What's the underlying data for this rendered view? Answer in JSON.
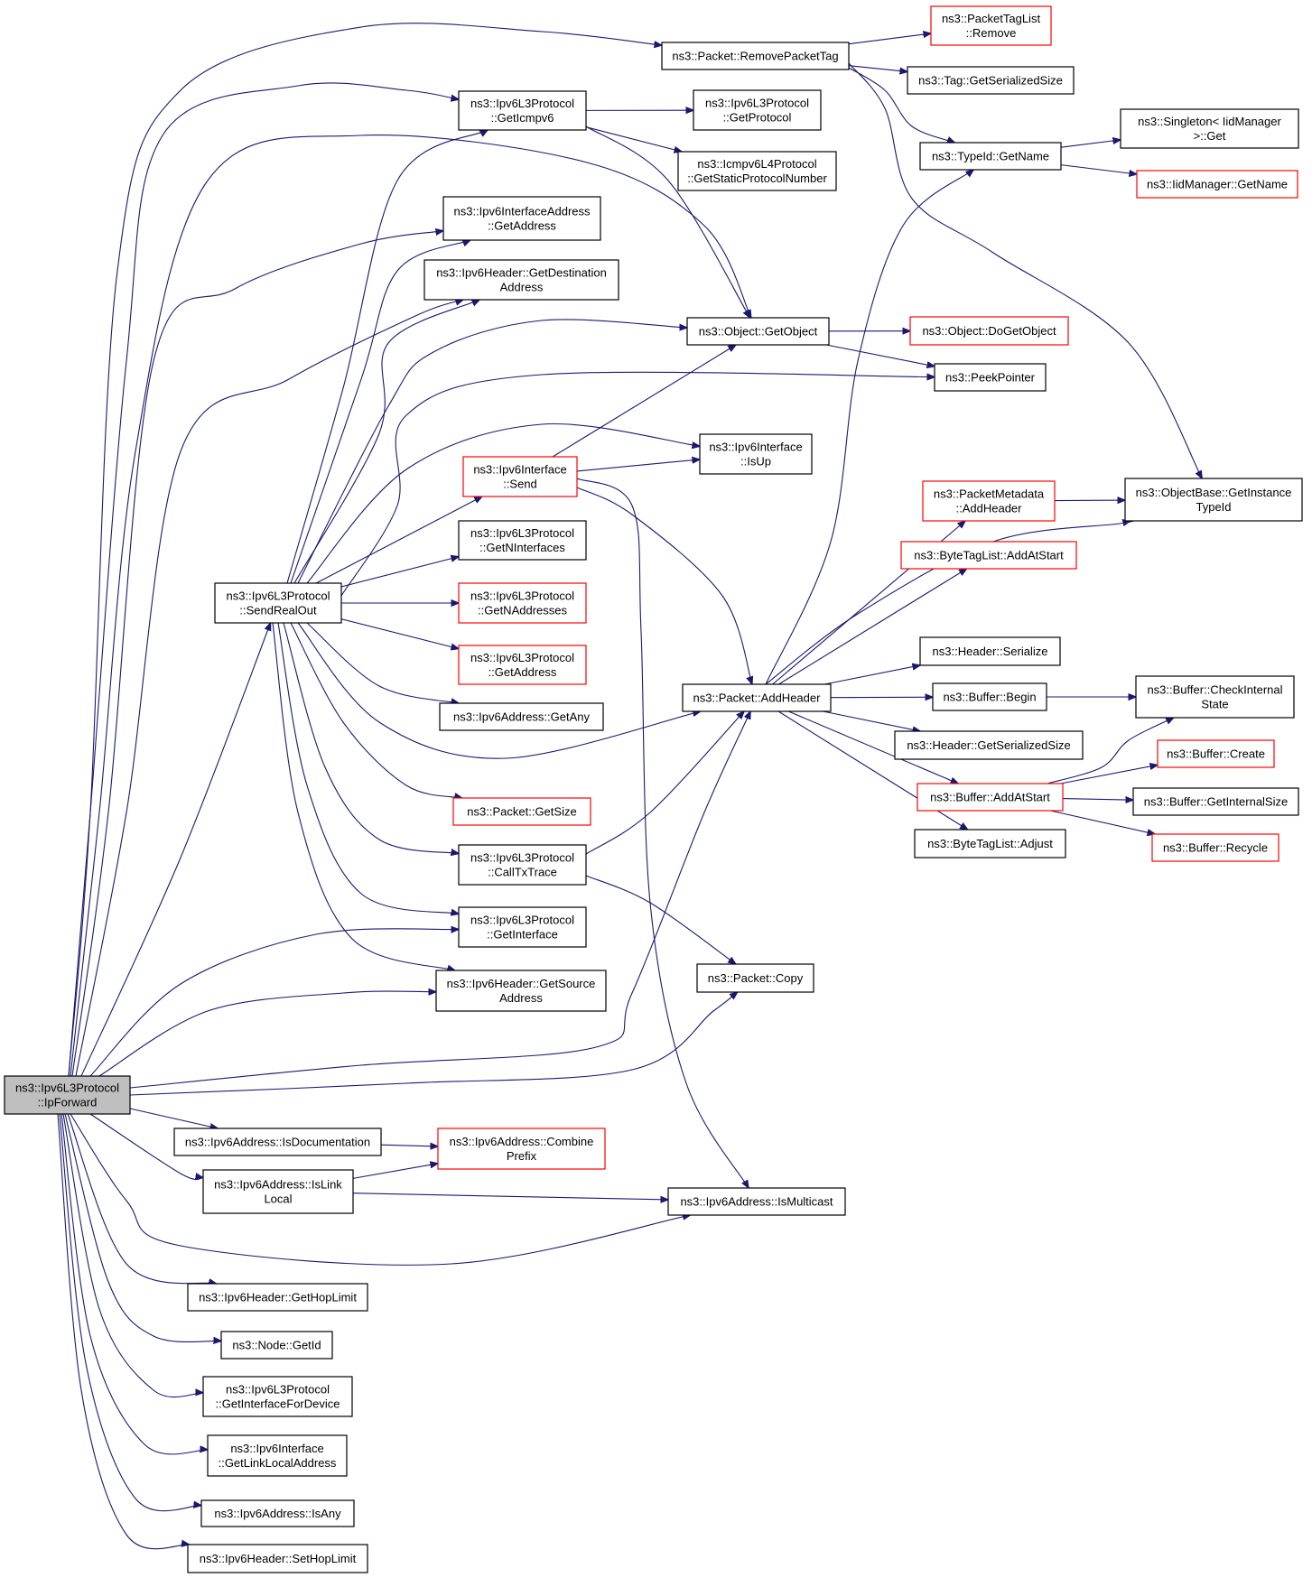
{
  "graph": {
    "colors": {
      "edge": "#191970",
      "node_border": "#000000",
      "node_border_truncated": "#ff0000",
      "root_fill": "#bfbfbf",
      "node_fill": "#ffffff"
    },
    "nodes": [
      {
        "id": "ipforward",
        "lines": [
          "ns3::Ipv6L3Protocol",
          "::IpForward"
        ],
        "style": "root"
      },
      {
        "id": "removepackettag",
        "lines": [
          "ns3::Packet::RemovePacketTag"
        ],
        "style": "normal"
      },
      {
        "id": "packettaglist_remove",
        "lines": [
          "ns3::PacketTagList",
          "::Remove"
        ],
        "style": "truncated"
      },
      {
        "id": "tag_getserializedsize",
        "lines": [
          "ns3::Tag::GetSerializedSize"
        ],
        "style": "normal"
      },
      {
        "id": "typeid_getname",
        "lines": [
          "ns3::TypeId::GetName"
        ],
        "style": "normal"
      },
      {
        "id": "singleton_get",
        "lines": [
          "ns3::Singleton< IidManager",
          " >::Get"
        ],
        "style": "normal"
      },
      {
        "id": "iidmanager_getname",
        "lines": [
          "ns3::IidManager::GetName"
        ],
        "style": "truncated"
      },
      {
        "id": "geticmpv6",
        "lines": [
          "ns3::Ipv6L3Protocol",
          "::GetIcmpv6"
        ],
        "style": "normal"
      },
      {
        "id": "l3_getprotocol",
        "lines": [
          "ns3::Ipv6L3Protocol",
          "::GetProtocol"
        ],
        "style": "normal"
      },
      {
        "id": "icmp_getstaticprotocolnumber",
        "lines": [
          "ns3::Icmpv6L4Protocol",
          "::GetStaticProtocolNumber"
        ],
        "style": "normal"
      },
      {
        "id": "ifaceaddr_getaddress",
        "lines": [
          "ns3::Ipv6InterfaceAddress",
          "::GetAddress"
        ],
        "style": "normal"
      },
      {
        "id": "hdr_getdestination",
        "lines": [
          "ns3::Ipv6Header::GetDestination",
          "Address"
        ],
        "style": "normal"
      },
      {
        "id": "object_getobject",
        "lines": [
          "ns3::Object::GetObject"
        ],
        "style": "normal"
      },
      {
        "id": "object_dogetobject",
        "lines": [
          "ns3::Object::DoGetObject"
        ],
        "style": "truncated"
      },
      {
        "id": "peekpointer",
        "lines": [
          "ns3::PeekPointer"
        ],
        "style": "normal"
      },
      {
        "id": "iface_isup",
        "lines": [
          "ns3::Ipv6Interface",
          "::IsUp"
        ],
        "style": "normal"
      },
      {
        "id": "iface_send",
        "lines": [
          "ns3::Ipv6Interface",
          "::Send"
        ],
        "style": "truncated"
      },
      {
        "id": "sendrealout",
        "lines": [
          "ns3::Ipv6L3Protocol",
          "::SendRealOut"
        ],
        "style": "normal"
      },
      {
        "id": "getninterfaces",
        "lines": [
          "ns3::Ipv6L3Protocol",
          "::GetNInterfaces"
        ],
        "style": "normal"
      },
      {
        "id": "getnaddresses",
        "lines": [
          "ns3::Ipv6L3Protocol",
          "::GetNAddresses"
        ],
        "style": "truncated"
      },
      {
        "id": "l3_getaddress",
        "lines": [
          "ns3::Ipv6L3Protocol",
          "::GetAddress"
        ],
        "style": "truncated"
      },
      {
        "id": "addr_getany",
        "lines": [
          "ns3::Ipv6Address::GetAny"
        ],
        "style": "normal"
      },
      {
        "id": "packet_getsize",
        "lines": [
          "ns3::Packet::GetSize"
        ],
        "style": "truncated"
      },
      {
        "id": "calltxtrace",
        "lines": [
          "ns3::Ipv6L3Protocol",
          "::CallTxTrace"
        ],
        "style": "normal"
      },
      {
        "id": "l3_getinterface",
        "lines": [
          "ns3::Ipv6L3Protocol",
          "::GetInterface"
        ],
        "style": "normal"
      },
      {
        "id": "hdr_getsource",
        "lines": [
          "ns3::Ipv6Header::GetSource",
          "Address"
        ],
        "style": "normal"
      },
      {
        "id": "packet_addheader",
        "lines": [
          "ns3::Packet::AddHeader"
        ],
        "style": "normal"
      },
      {
        "id": "packet_copy",
        "lines": [
          "ns3::Packet::Copy"
        ],
        "style": "normal"
      },
      {
        "id": "pktmeta_addheader",
        "lines": [
          "ns3::PacketMetadata",
          "::AddHeader"
        ],
        "style": "truncated"
      },
      {
        "id": "objectbase_getinstancetypeid",
        "lines": [
          "ns3::ObjectBase::GetInstance",
          "TypeId"
        ],
        "style": "normal"
      },
      {
        "id": "bytetaglist_addatstart",
        "lines": [
          "ns3::ByteTagList::AddAtStart"
        ],
        "style": "truncated"
      },
      {
        "id": "header_serialize",
        "lines": [
          "ns3::Header::Serialize"
        ],
        "style": "normal"
      },
      {
        "id": "buffer_begin",
        "lines": [
          "ns3::Buffer::Begin"
        ],
        "style": "normal"
      },
      {
        "id": "buffer_checkinternalstate",
        "lines": [
          "ns3::Buffer::CheckInternal",
          "State"
        ],
        "style": "normal"
      },
      {
        "id": "header_getserializedsize",
        "lines": [
          "ns3::Header::GetSerializedSize"
        ],
        "style": "normal"
      },
      {
        "id": "buffer_addatstart",
        "lines": [
          "ns3::Buffer::AddAtStart"
        ],
        "style": "truncated"
      },
      {
        "id": "buffer_create",
        "lines": [
          "ns3::Buffer::Create"
        ],
        "style": "truncated"
      },
      {
        "id": "buffer_getinternalsize",
        "lines": [
          "ns3::Buffer::GetInternalSize"
        ],
        "style": "normal"
      },
      {
        "id": "buffer_recycle",
        "lines": [
          "ns3::Buffer::Recycle"
        ],
        "style": "truncated"
      },
      {
        "id": "bytetaglist_adjust",
        "lines": [
          "ns3::ByteTagList::Adjust"
        ],
        "style": "normal"
      },
      {
        "id": "addr_isdocumentation",
        "lines": [
          "ns3::Ipv6Address::IsDocumentation"
        ],
        "style": "normal"
      },
      {
        "id": "addr_combineprefix",
        "lines": [
          "ns3::Ipv6Address::Combine",
          "Prefix"
        ],
        "style": "truncated"
      },
      {
        "id": "addr_islinklocal",
        "lines": [
          "ns3::Ipv6Address::IsLink",
          "Local"
        ],
        "style": "normal"
      },
      {
        "id": "addr_ismulticast",
        "lines": [
          "ns3::Ipv6Address::IsMulticast"
        ],
        "style": "normal"
      },
      {
        "id": "hdr_gethoplimit",
        "lines": [
          "ns3::Ipv6Header::GetHopLimit"
        ],
        "style": "normal"
      },
      {
        "id": "node_getid",
        "lines": [
          "ns3::Node::GetId"
        ],
        "style": "normal"
      },
      {
        "id": "getinterfacefordevice",
        "lines": [
          "ns3::Ipv6L3Protocol",
          "::GetInterfaceForDevice"
        ],
        "style": "normal"
      },
      {
        "id": "iface_getlinklocaladdress",
        "lines": [
          "ns3::Ipv6Interface",
          "::GetLinkLocalAddress"
        ],
        "style": "normal"
      },
      {
        "id": "addr_isany",
        "lines": [
          "ns3::Ipv6Address::IsAny"
        ],
        "style": "normal"
      },
      {
        "id": "hdr_sethoplimit",
        "lines": [
          "ns3::Ipv6Header::SetHopLimit"
        ],
        "style": "normal"
      }
    ],
    "edges": [
      [
        "ipforward",
        "removepackettag"
      ],
      [
        "ipforward",
        "geticmpv6"
      ],
      [
        "ipforward",
        "object_getobject"
      ],
      [
        "ipforward",
        "ifaceaddr_getaddress"
      ],
      [
        "ipforward",
        "hdr_getdestination"
      ],
      [
        "ipforward",
        "sendrealout"
      ],
      [
        "ipforward",
        "l3_getinterface"
      ],
      [
        "ipforward",
        "hdr_getsource"
      ],
      [
        "ipforward",
        "packet_addheader"
      ],
      [
        "ipforward",
        "packet_copy"
      ],
      [
        "ipforward",
        "addr_isdocumentation"
      ],
      [
        "ipforward",
        "addr_islinklocal"
      ],
      [
        "ipforward",
        "addr_ismulticast"
      ],
      [
        "ipforward",
        "hdr_gethoplimit"
      ],
      [
        "ipforward",
        "node_getid"
      ],
      [
        "ipforward",
        "getinterfacefordevice"
      ],
      [
        "ipforward",
        "iface_getlinklocaladdress"
      ],
      [
        "ipforward",
        "addr_isany"
      ],
      [
        "ipforward",
        "hdr_sethoplimit"
      ],
      [
        "removepackettag",
        "packettaglist_remove"
      ],
      [
        "removepackettag",
        "tag_getserializedsize"
      ],
      [
        "removepackettag",
        "typeid_getname"
      ],
      [
        "removepackettag",
        "objectbase_getinstancetypeid"
      ],
      [
        "typeid_getname",
        "singleton_get"
      ],
      [
        "typeid_getname",
        "iidmanager_getname"
      ],
      [
        "geticmpv6",
        "l3_getprotocol"
      ],
      [
        "geticmpv6",
        "icmp_getstaticprotocolnumber"
      ],
      [
        "geticmpv6",
        "object_getobject"
      ],
      [
        "object_getobject",
        "object_dogetobject"
      ],
      [
        "object_getobject",
        "peekpointer"
      ],
      [
        "sendrealout",
        "geticmpv6"
      ],
      [
        "sendrealout",
        "ifaceaddr_getaddress"
      ],
      [
        "sendrealout",
        "hdr_getdestination"
      ],
      [
        "sendrealout",
        "object_getobject"
      ],
      [
        "sendrealout",
        "peekpointer"
      ],
      [
        "sendrealout",
        "iface_isup"
      ],
      [
        "sendrealout",
        "iface_send"
      ],
      [
        "sendrealout",
        "getninterfaces"
      ],
      [
        "sendrealout",
        "getnaddresses"
      ],
      [
        "sendrealout",
        "l3_getaddress"
      ],
      [
        "sendrealout",
        "addr_getany"
      ],
      [
        "sendrealout",
        "packet_addheader"
      ],
      [
        "sendrealout",
        "packet_getsize"
      ],
      [
        "sendrealout",
        "calltxtrace"
      ],
      [
        "sendrealout",
        "l3_getinterface"
      ],
      [
        "sendrealout",
        "hdr_getsource"
      ],
      [
        "iface_send",
        "object_getobject"
      ],
      [
        "iface_send",
        "iface_isup"
      ],
      [
        "iface_send",
        "packet_addheader"
      ],
      [
        "iface_send",
        "addr_ismulticast"
      ],
      [
        "calltxtrace",
        "packet_addheader"
      ],
      [
        "calltxtrace",
        "packet_copy"
      ],
      [
        "packet_addheader",
        "typeid_getname"
      ],
      [
        "packet_addheader",
        "pktmeta_addheader"
      ],
      [
        "packet_addheader",
        "bytetaglist_addatstart"
      ],
      [
        "packet_addheader",
        "objectbase_getinstancetypeid"
      ],
      [
        "packet_addheader",
        "header_serialize"
      ],
      [
        "packet_addheader",
        "buffer_begin"
      ],
      [
        "packet_addheader",
        "header_getserializedsize"
      ],
      [
        "packet_addheader",
        "buffer_addatstart"
      ],
      [
        "packet_addheader",
        "bytetaglist_adjust"
      ],
      [
        "pktmeta_addheader",
        "objectbase_getinstancetypeid"
      ],
      [
        "buffer_begin",
        "buffer_checkinternalstate"
      ],
      [
        "buffer_addatstart",
        "buffer_checkinternalstate"
      ],
      [
        "buffer_addatstart",
        "buffer_create"
      ],
      [
        "buffer_addatstart",
        "buffer_getinternalsize"
      ],
      [
        "buffer_addatstart",
        "buffer_recycle"
      ],
      [
        "addr_isdocumentation",
        "addr_combineprefix"
      ],
      [
        "addr_islinklocal",
        "addr_combineprefix"
      ],
      [
        "addr_islinklocal",
        "addr_ismulticast"
      ]
    ]
  }
}
